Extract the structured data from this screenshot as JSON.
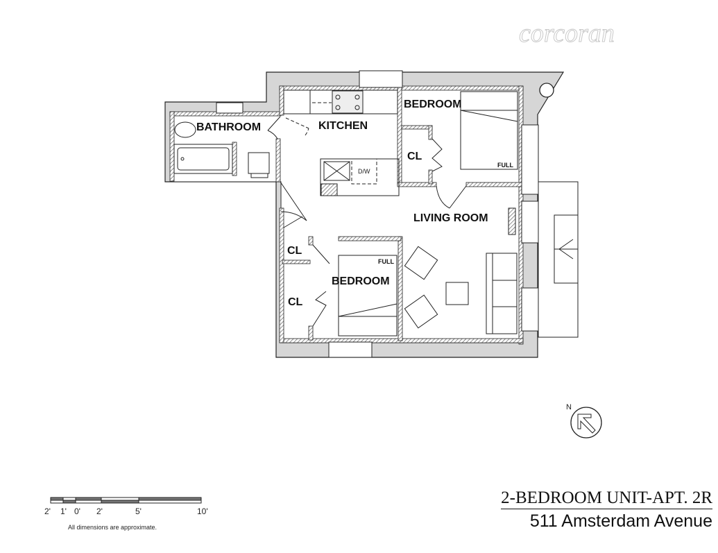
{
  "logo": "corcoran",
  "rooms": {
    "bathroom": "BATHROOM",
    "kitchen": "KITCHEN",
    "bedroom_top": "BEDROOM",
    "bedroom_bottom": "BEDROOM",
    "living_room": "LIVING ROOM",
    "closet_top": "CL",
    "closet_mid": "CL",
    "closet_low": "CL"
  },
  "fixtures": {
    "dishwasher": "D/W",
    "bed_top_size": "FULL",
    "bed_bottom_size": "FULL"
  },
  "compass": {
    "label": "N"
  },
  "scale": {
    "ticks": [
      "2'",
      "1'",
      "0'",
      "2'",
      "5'",
      "10'"
    ],
    "note": "All dimensions are approximate."
  },
  "title": {
    "unit": "2-BEDROOM UNIT-APT. 2R",
    "address": "511 Amsterdam Avenue"
  },
  "colors": {
    "wall_fill": "#d6d6d6",
    "line": "#222222"
  }
}
